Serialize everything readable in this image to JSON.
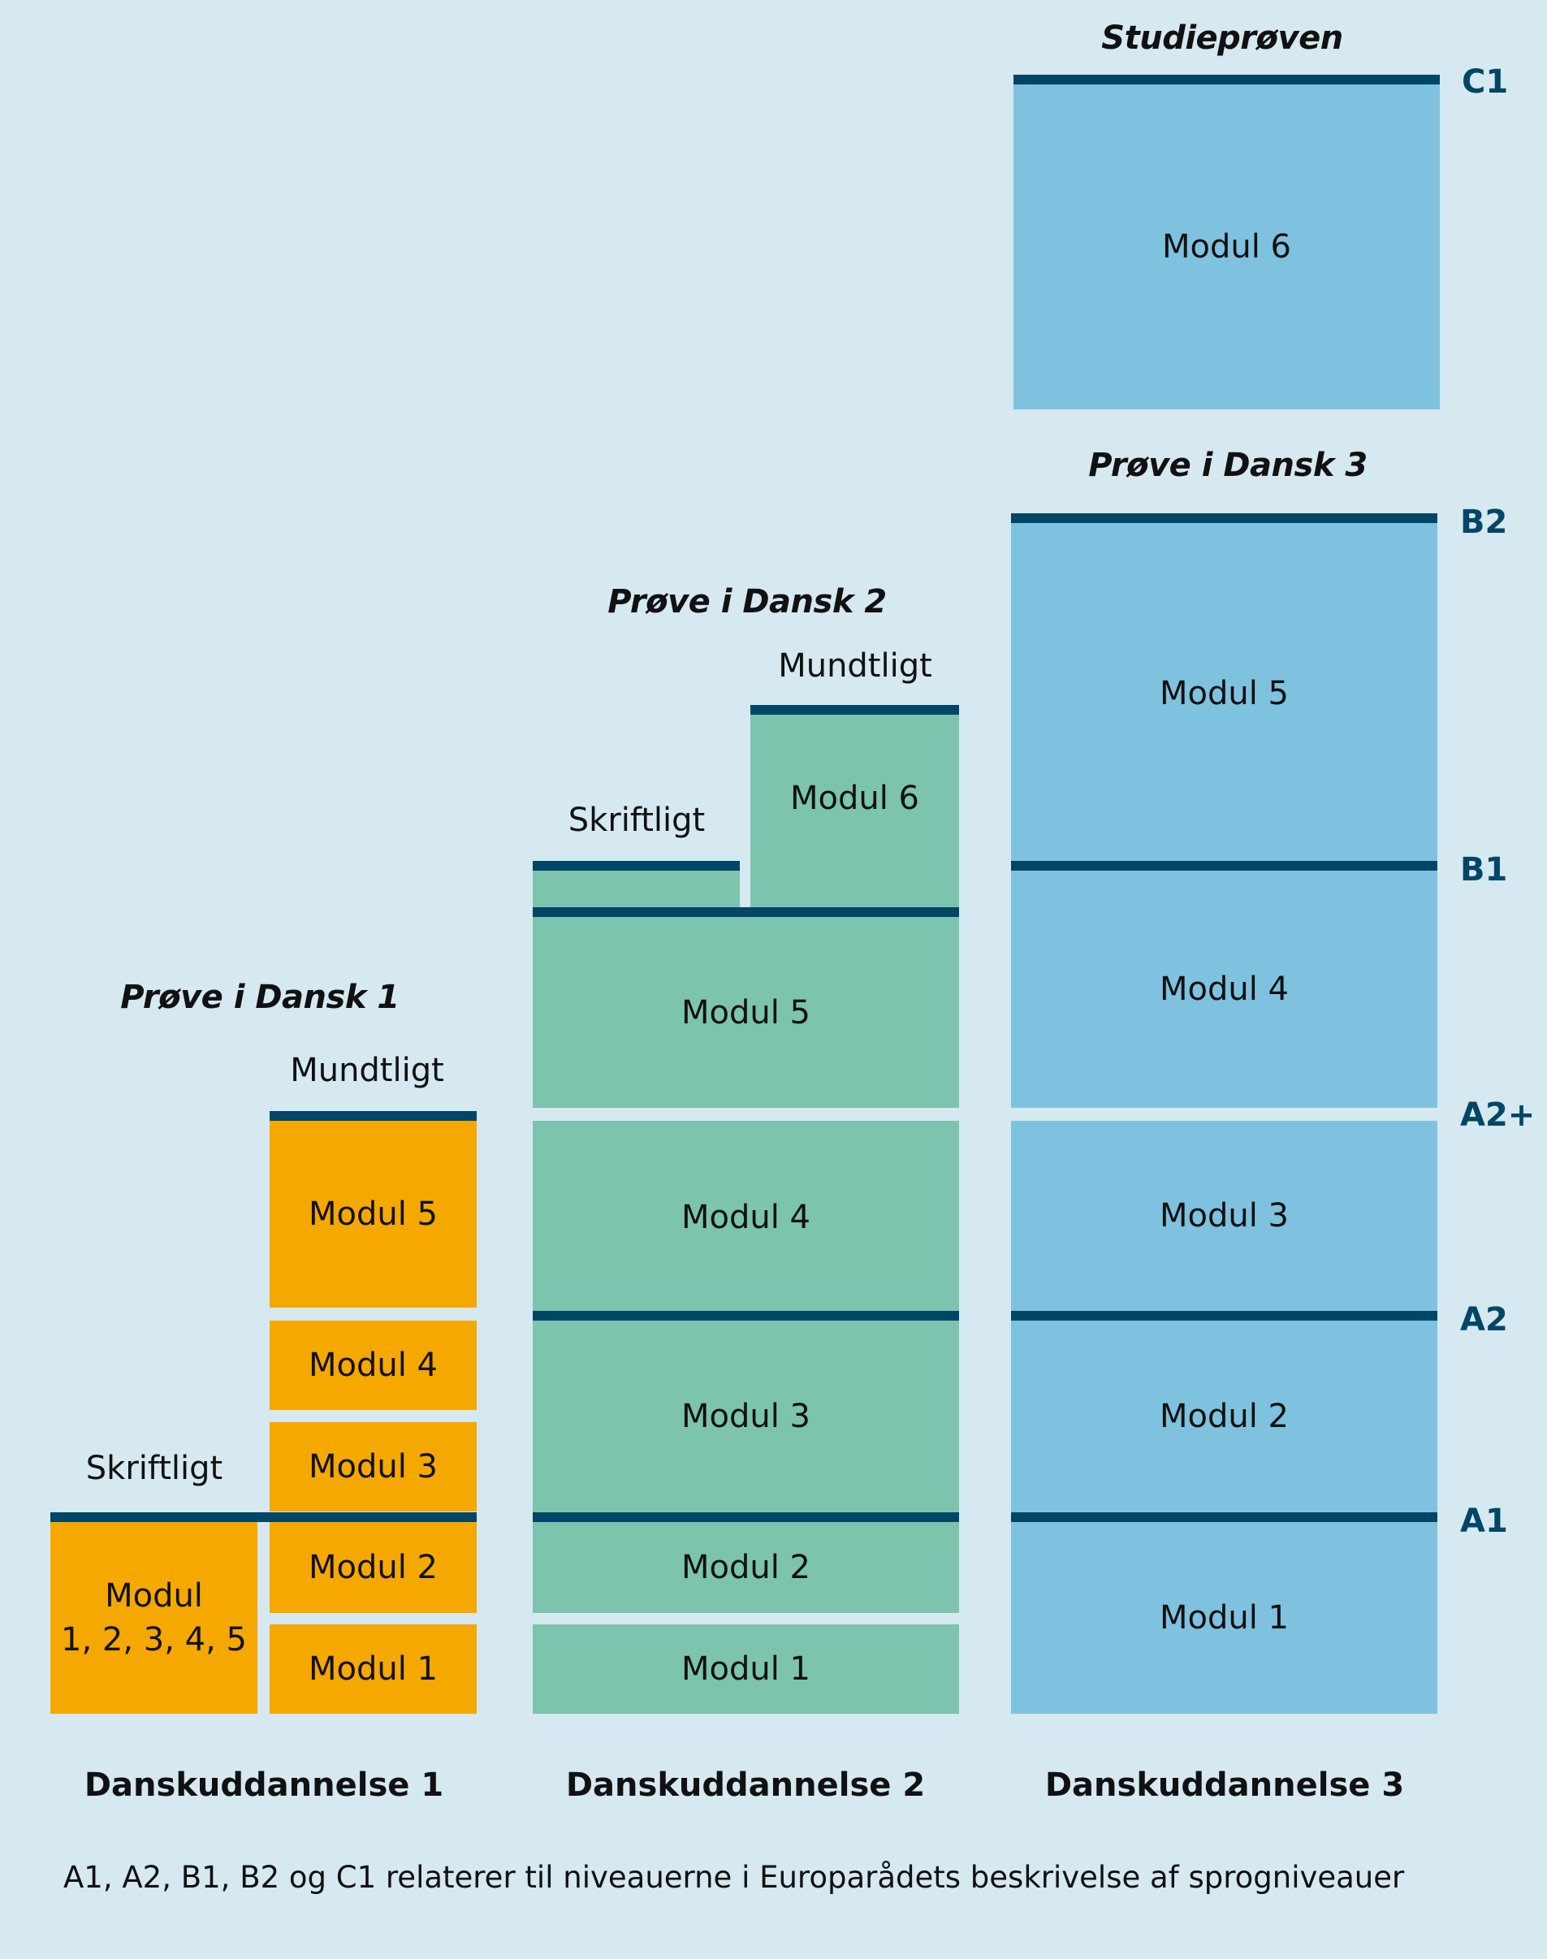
{
  "exams": {
    "d1": "Prøve i Dansk 1",
    "d2": "Prøve i Dansk 2",
    "d3": "Prøve i Dansk 3",
    "studie": "Studieprøven"
  },
  "sublabels": {
    "written": "Skriftligt",
    "oral": "Mundtligt"
  },
  "modules": {
    "combined": "Modul\n1, 2, 3, 4, 5",
    "m1": "Modul 1",
    "m2": "Modul 2",
    "m3": "Modul 3",
    "m4": "Modul 4",
    "m5": "Modul 5",
    "m6": "Modul 6"
  },
  "levels": {
    "a1": "A1",
    "a2": "A2",
    "a2plus": "A2+",
    "b1": "B1",
    "b2": "B2",
    "c1": "C1"
  },
  "columns": {
    "du1": "Danskuddannelse 1",
    "du2": "Danskuddannelse 2",
    "du3": "Danskuddannelse 3"
  },
  "footnote": "A1, A2, B1, B2 og C1 relaterer til niveauerne i Europarådets beskrivelse af sprogniveauer",
  "colors": {
    "background": "#d6e8f0",
    "du1": "#f5a800",
    "du2": "#7cc4ad",
    "du3": "#7fc2df",
    "bar": "#004666"
  }
}
